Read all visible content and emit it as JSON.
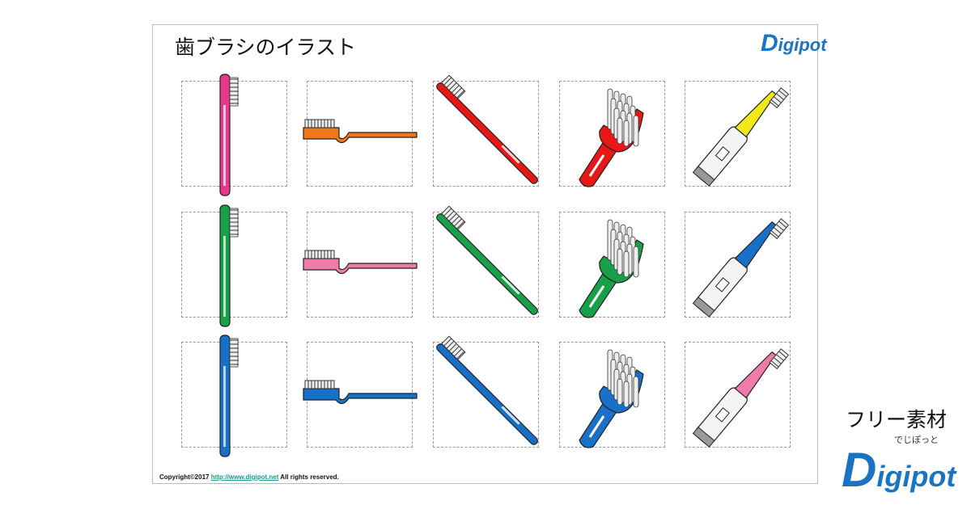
{
  "title": "歯ブラシのイラスト",
  "logo_text": "Digipot",
  "logo_kana": "でじぽっと",
  "free_label": "フリー素材",
  "copyright": {
    "prefix": "Copyright©2017 ",
    "link": "http://www.digipot.net",
    "suffix": " All rights reserved."
  },
  "styles": [
    "vertical",
    "horizontal",
    "diagonal",
    "wide-head",
    "electric"
  ],
  "grid": [
    [
      "#e8388a",
      "#f07818",
      "#e81818",
      "#e81818",
      "#f0e818"
    ],
    [
      "#18a048",
      "#f07aa8",
      "#18a048",
      "#18a048",
      "#1870c8"
    ],
    [
      "#1870c8",
      "#1870c8",
      "#1870c8",
      "#1870c8",
      "#f07aa8"
    ]
  ]
}
